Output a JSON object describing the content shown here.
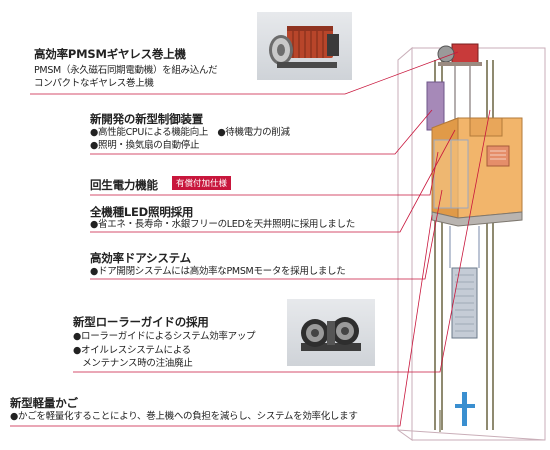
{
  "features": [
    {
      "title": "高効率PMSMギヤレス巻上機",
      "desc": [
        "PMSM（永久磁石同期電動機）を組み込んだ",
        "コンパクトなギヤレス巻上機"
      ]
    },
    {
      "title": "新開発の新型制御装置",
      "desc": [
        "●高性能CPUによる機能向上　●待機電力の削減",
        "●照明・換気扇の自動停止"
      ]
    },
    {
      "title": "回生電力機能",
      "badge": "有償付加仕様"
    },
    {
      "title": "全機種LED照明採用",
      "desc": [
        "●省エネ・長寿命・水銀フリーのLEDを天井照明に採用しました"
      ]
    },
    {
      "title": "高効率ドアシステム",
      "desc": [
        "●ドア開閉システムには高効率なPMSMモータを採用しました"
      ]
    },
    {
      "title": "新型ローラーガイドの採用",
      "desc": [
        "●ローラーガイドによるシステム効率アップ",
        "●オイルレスシステムによる",
        "　メンテナンス時の注油廃止"
      ]
    },
    {
      "title": "新型軽量かご",
      "desc": [
        "●かごを軽量化することにより、巻上機への負担を減らし、システムを効率化します"
      ]
    }
  ],
  "colors": {
    "leader": "#c8163c",
    "car": "#f2b56b",
    "shaft_line": "#b07a8a",
    "controller": "#a689b8"
  }
}
